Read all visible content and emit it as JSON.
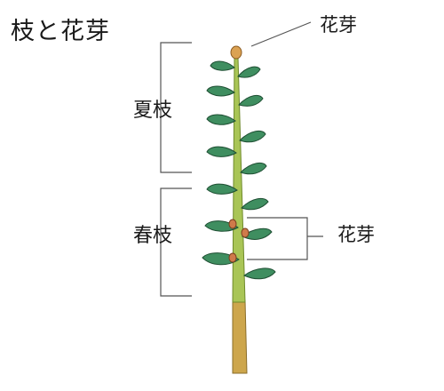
{
  "title": "枝と花芽",
  "labels": {
    "summer_branch": "夏枝",
    "spring_branch": "春枝",
    "flower_bud_top": "花芽",
    "flower_bud_side": "花芽"
  },
  "colors": {
    "leaf": "#3a8a5a",
    "leaf_dark": "#245c3c",
    "stem": "#9ab84a",
    "old_wood": "#c8a44a",
    "bud": "#d9a050",
    "line": "#555555"
  }
}
